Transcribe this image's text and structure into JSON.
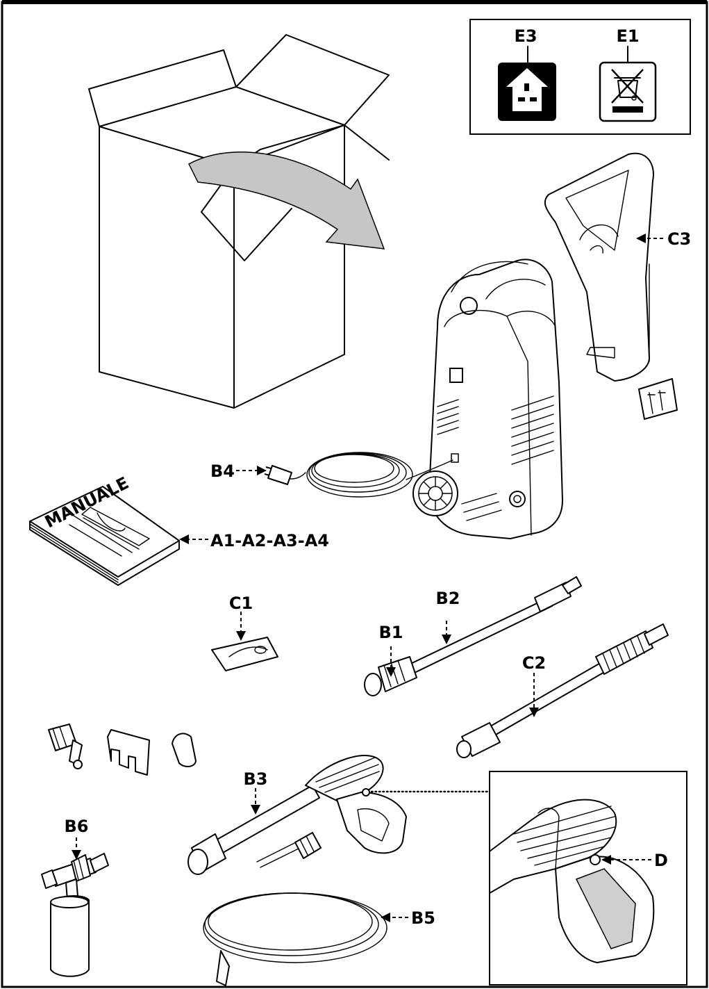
{
  "labels": {
    "e3": "E3",
    "e1": "E1",
    "c3": "C3",
    "b4": "B4",
    "a_set": "A1-A2-A3-A4",
    "manual": "MANUALE",
    "c1": "C1",
    "b2": "B2",
    "b1": "B1",
    "c2": "C2",
    "b3": "B3",
    "b6": "B6",
    "b5": "B5",
    "d": "D"
  },
  "colors": {
    "ink": "#000000",
    "paper": "#ffffff",
    "arrow_fill": "#c6c6c6",
    "trigger_fill": "#cfcfcf",
    "symbol_bg": "#000000"
  },
  "icons": {
    "e3": "uk-plug-socket-icon",
    "e1": "crossed-out-wheelie-bin-icon"
  }
}
